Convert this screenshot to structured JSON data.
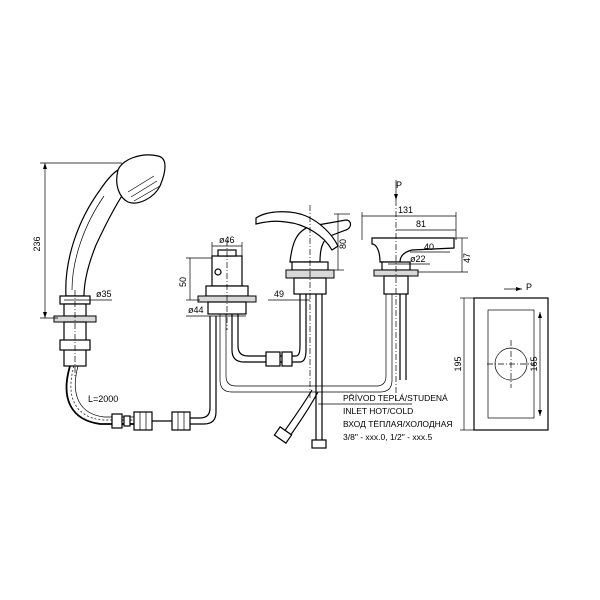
{
  "dimensions": {
    "hand_shower_height": "236",
    "hand_shower_diameter": "ø35",
    "hose_length": "L=2000",
    "diverter_diameter": "ø46",
    "diverter_height": "50",
    "base_diameter": "ø44",
    "spout_height": "80",
    "spout_offset": "49",
    "handle_total": "131",
    "handle_length": "81",
    "handle_inner": "40",
    "handle_diameter": "ø22",
    "handle_height": "47",
    "plate_height": "195",
    "plate_inner": "165"
  },
  "markers": {
    "p_top": "P",
    "p_plate": "P"
  },
  "notes": {
    "line1": "PŘÍVOD TEPLÁ/STUDENÁ",
    "line2": "INLET HOT/COLD",
    "line3": "ВХОД ТЁПЛАЯ/ХОЛОДНАЯ",
    "line4": "3/8\" - xxx.0, 1/2\" - xxx.5"
  }
}
